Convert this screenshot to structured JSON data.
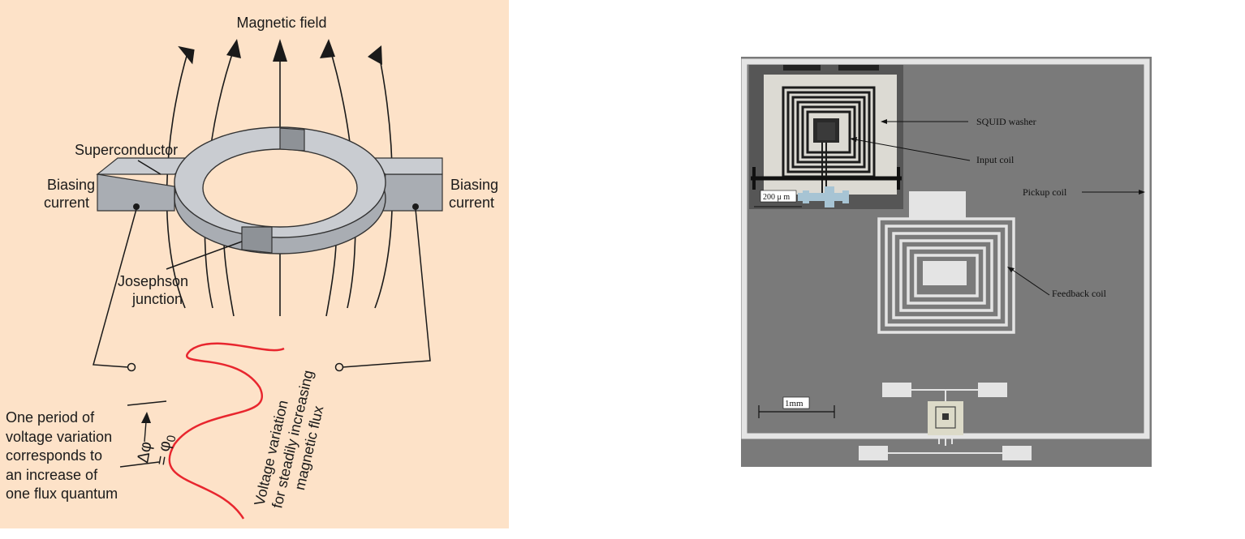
{
  "left_diagram": {
    "title": "Magnetic field",
    "label_superconductor": "Superconductor",
    "label_bias_left_1": "Biasing",
    "label_bias_left_2": "current",
    "label_bias_right_1": "Biasing",
    "label_bias_right_2": "current",
    "label_junction_1": "Josephson",
    "label_junction_2": "junction",
    "period_lines": [
      "One period of",
      "voltage variation",
      "corresponds to",
      "an increase of",
      "one flux quantum"
    ],
    "delta_phi": "Δφ",
    "phi_zero": "= φ",
    "phi_zero_sub": "0",
    "voltage_lines": [
      "Voltage variation",
      "for steadily increasing",
      "magnetic flux"
    ],
    "colors": {
      "background": "#fde2c8",
      "ring": "#c9ccd1",
      "junction": "#8e9297",
      "curve": "#e8262e"
    }
  },
  "right_chip": {
    "label_squid_washer": "SQUID washer",
    "label_input_coil": "Input coil",
    "label_pickup_coil": "Pickup coil",
    "label_feedback_coil": "Feedback coil",
    "scale_inset": "200 μ m",
    "scale_main": "1mm",
    "colors": {
      "substrate": "#7a7a7a",
      "metal": "#e4e4e4",
      "inset_bg": "#565656"
    }
  }
}
